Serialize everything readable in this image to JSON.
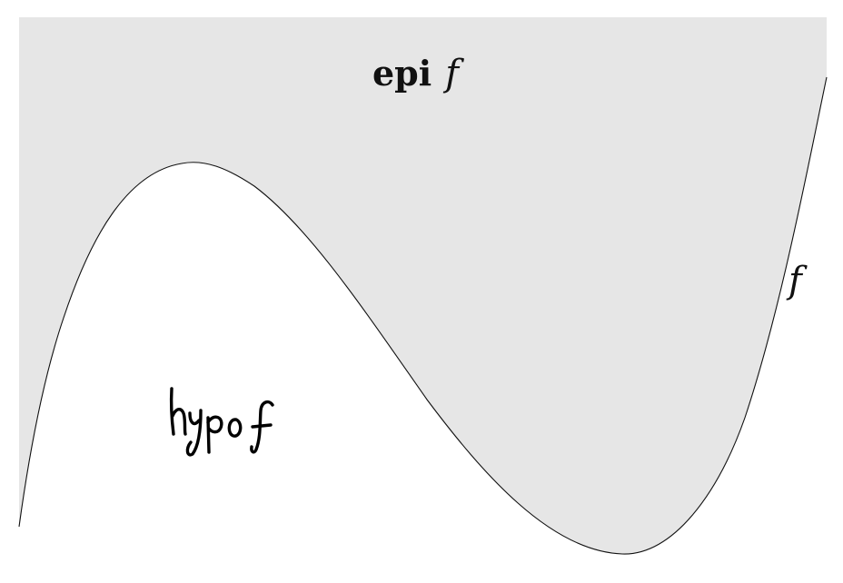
{
  "figure": {
    "epigraph_label": {
      "word": "epi",
      "symbol": "f"
    },
    "curve_label": "f",
    "hypograph_label": "hypo f"
  },
  "colors": {
    "epigraph_fill": "#e6e6e6",
    "curve": "#111111",
    "background": "#ffffff"
  }
}
